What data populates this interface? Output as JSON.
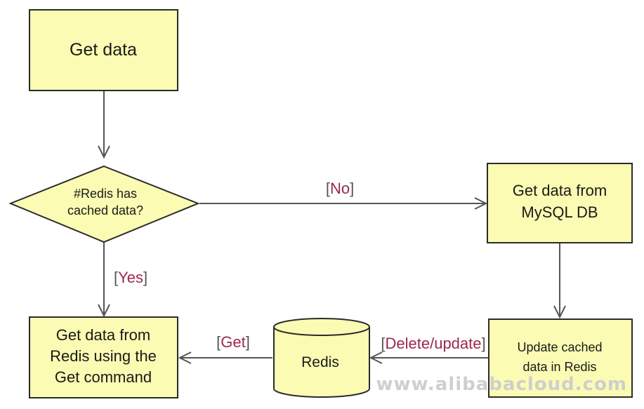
{
  "nodes": {
    "get_data": {
      "lines": [
        "Get data"
      ]
    },
    "decision": {
      "lines": [
        "#Redis has",
        "cached data?"
      ]
    },
    "get_mysql": {
      "lines": [
        "Get data from",
        "MySQL DB"
      ]
    },
    "get_redis": {
      "lines": [
        "Get data from",
        "Redis using the",
        "Get command"
      ]
    },
    "redis_store": {
      "label": "Redis"
    },
    "update_cache": {
      "lines": [
        "Update cached",
        "data in Redis"
      ]
    }
  },
  "edges": {
    "no": {
      "label": "No"
    },
    "yes": {
      "label": "Yes"
    },
    "get": {
      "label": "Get"
    },
    "delete_update": {
      "label": "Delete/update"
    }
  },
  "watermark": "www.alibabacloud.com",
  "colors": {
    "box_fill": "#fbfbb3",
    "box_stroke": "#2b2b2b",
    "arrow": "#555555",
    "label_inner": "#9a2a4a",
    "label_bracket": "#555555"
  }
}
